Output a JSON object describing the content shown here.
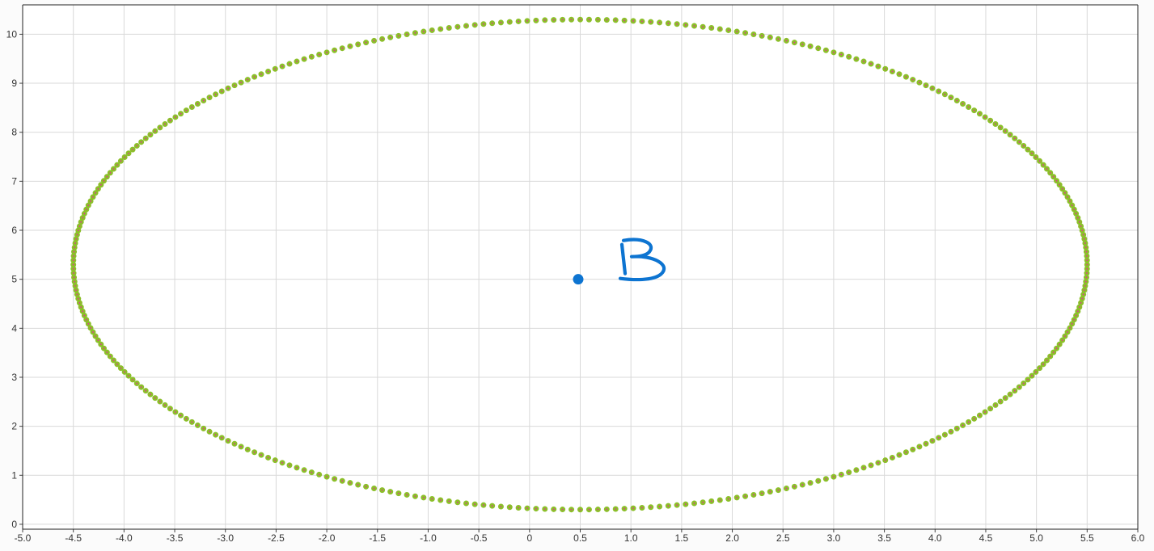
{
  "chart_data": {
    "type": "scatter",
    "title": "",
    "xlabel": "",
    "ylabel": "",
    "xlim": [
      -5.0,
      6.0
    ],
    "ylim": [
      -0.1,
      10.6
    ],
    "grid": true,
    "x_ticks": [
      "-5.0",
      "-4.5",
      "-4.0",
      "-3.5",
      "-3.0",
      "-2.5",
      "-2.0",
      "-1.5",
      "-1.0",
      "-0.5",
      "0",
      "0.5",
      "1.0",
      "1.5",
      "2.0",
      "2.5",
      "3.0",
      "3.5",
      "4.0",
      "4.5",
      "5.0",
      "5.5",
      "6.0"
    ],
    "y_ticks": [
      "0",
      "1",
      "2",
      "3",
      "4",
      "5",
      "6",
      "7",
      "8",
      "9",
      "10"
    ],
    "ellipse": {
      "center_x": 0.5,
      "center_y": 5.3,
      "semi_axis_x": 5.0,
      "semi_axis_y": 5.0,
      "point_count": 360,
      "marker_fill": "#e0339a",
      "marker_edge": "#8cbf2a"
    },
    "annotation": {
      "point": [
        0.48,
        5.0
      ],
      "label": "B",
      "color": "#0d74d1"
    }
  }
}
